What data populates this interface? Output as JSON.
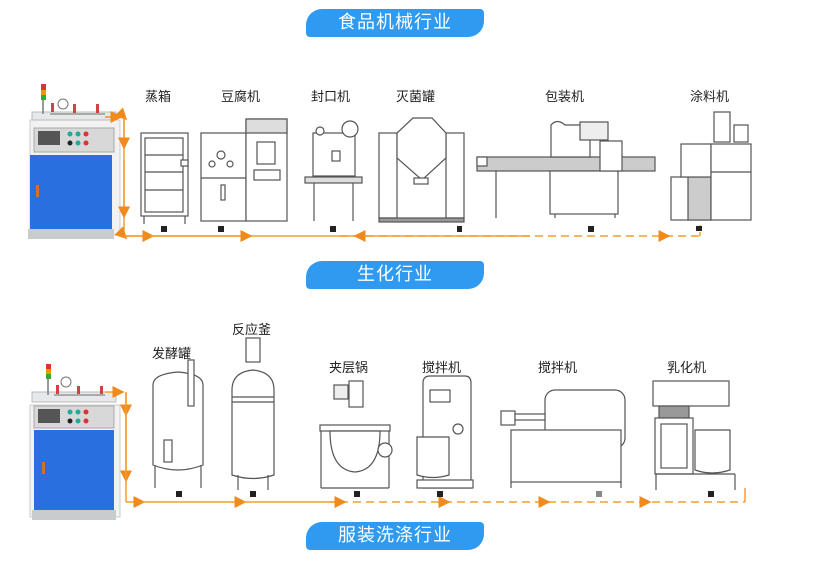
{
  "sections": [
    {
      "title": "食品机械行业",
      "machines": [
        "蒸箱",
        "豆腐机",
        "封口机",
        "灭菌罐",
        "包装机",
        "涂料机"
      ]
    },
    {
      "title": "生化行业",
      "machines": [
        "发酵罐",
        "反应釜",
        "夹层锅",
        "搅拌机",
        "搅拌机",
        "乳化机"
      ]
    },
    {
      "title": "服装洗涤行业",
      "machines": []
    }
  ],
  "colors": {
    "banner": "#2f9aef",
    "pipe": "#f0a030",
    "arrow": "#f08a1c",
    "generator_panel": "#2a6fe0",
    "outline": "#555555"
  }
}
